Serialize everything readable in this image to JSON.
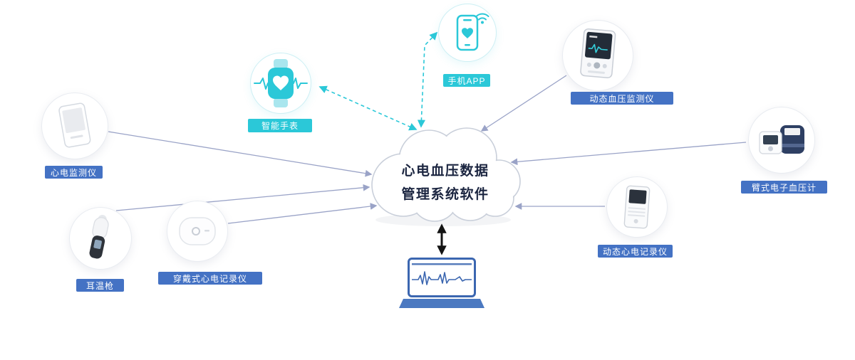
{
  "cloud": {
    "title_line1": "心电血压数据",
    "title_line2": "管理系统软件"
  },
  "labels": {
    "watch": "智能手表",
    "phone": "手机APP",
    "device_left": "心电监测仪",
    "thermometer": "耳温枪",
    "patch": "穿戴式心电记录仪",
    "bp_monitor": "动态血压监测仪",
    "bp_meter": "臂式电子血压计",
    "holter": "动态心电记录仪"
  },
  "colors": {
    "teal_accent": "#2bc8d8",
    "label_blue": "#4472c4",
    "arrow_slate": "#9aa3c7",
    "laptop_blue": "#3b66b0",
    "cloud_text": "#1b2540"
  },
  "icons": {
    "watch": "smartwatch-icon",
    "phone": "smartphone-icon",
    "laptop": "laptop-ecg-icon",
    "cloud": "cloud-shape"
  }
}
